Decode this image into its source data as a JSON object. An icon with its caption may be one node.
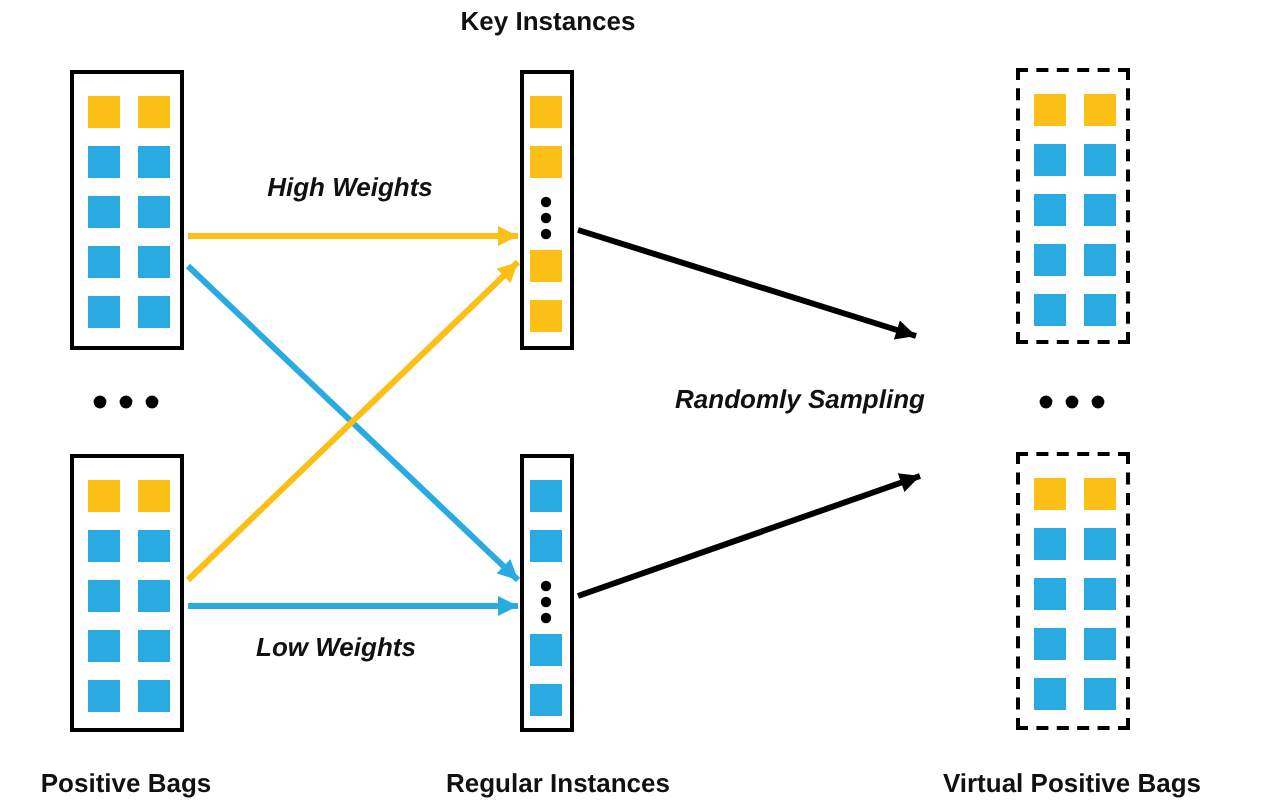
{
  "diagram": {
    "nodes": [
      {
        "text": [],
        "shape": "box"
      },
      {
        "text": [],
        "shape": "box"
      },
      {
        "text": [],
        "shape": "box",
        "beside": [
          "Key Instances"
        ]
      },
      {
        "text": [],
        "shape": "box",
        "beside": [
          "Regular Instances"
        ]
      },
      {
        "text": [],
        "shape": "box"
      },
      {
        "text": [],
        "shape": "box"
      }
    ],
    "edges": [
      {
        "from": 0,
        "to": 2,
        "arrow": "to",
        "label": "High Weights",
        "color": "#fbbf16"
      },
      {
        "from": 0,
        "to": 3,
        "arrow": "to",
        "color": "#29abe2"
      },
      {
        "from": 1,
        "to": 2,
        "arrow": "to",
        "color": "#fbbf16"
      },
      {
        "from": 1,
        "to": 3,
        "arrow": "to",
        "label": "Low Weights",
        "color": "#29abe2"
      },
      {
        "from": 2,
        "to": null,
        "arrow": "to",
        "color": "#000000"
      },
      {
        "from": 3,
        "to": null,
        "arrow": "to",
        "color": "#000000"
      }
    ],
    "labels": [
      "Positive Bags",
      "Randomly Sampling",
      "Virtual Positive Bags"
    ]
  }
}
